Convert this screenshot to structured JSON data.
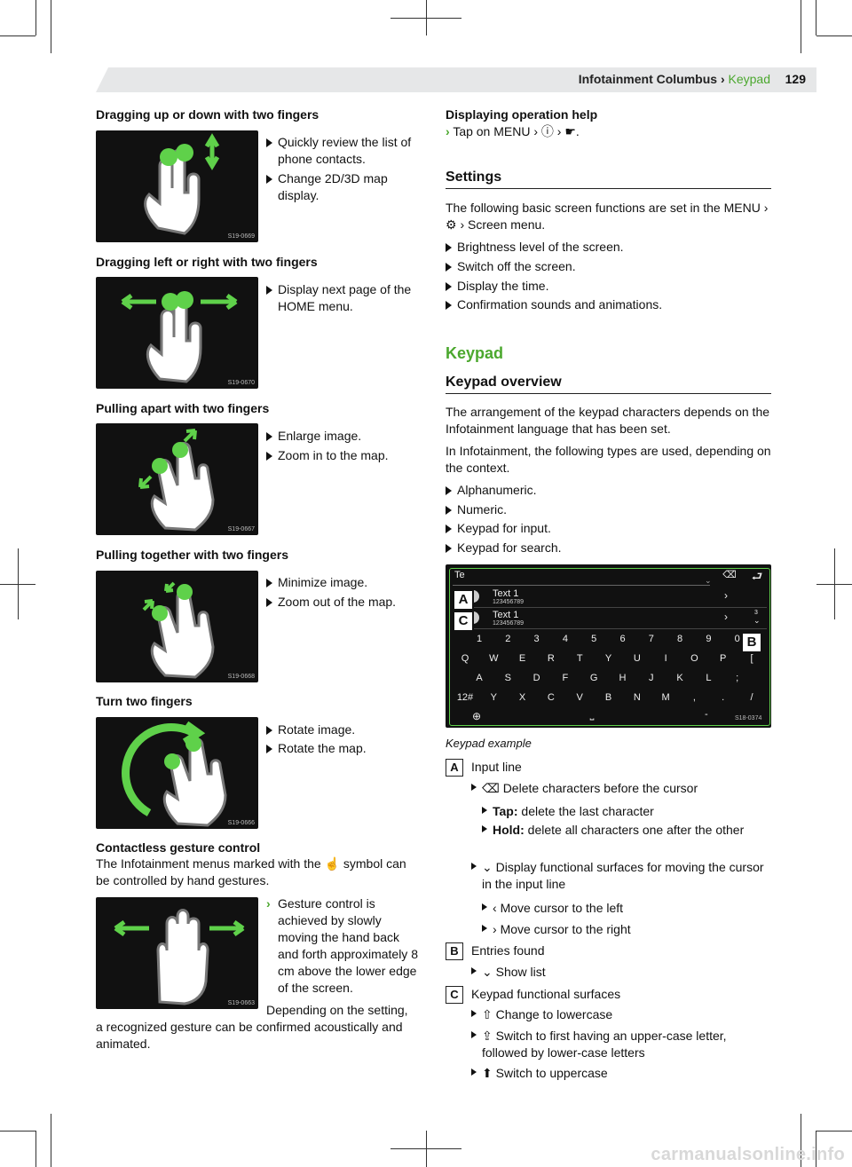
{
  "header": {
    "title": "Infotainment Columbus",
    "separator": " › ",
    "section": "Keypad",
    "page": "129"
  },
  "left": {
    "g1": {
      "heading": "Dragging up or down with two fingers",
      "fig_id": "S19-0669",
      "items": [
        "Quickly review the list of phone contacts.",
        "Change 2D/3D map display."
      ]
    },
    "g2": {
      "heading": "Dragging left or right with two fingers",
      "fig_id": "S19-0670",
      "items": [
        "Display next page of the HOME menu."
      ]
    },
    "g3": {
      "heading": "Pulling apart with two fingers",
      "fig_id": "S19-0667",
      "items": [
        "Enlarge image.",
        "Zoom in to the map."
      ]
    },
    "g4": {
      "heading": "Pulling together with two fingers",
      "fig_id": "S19-0668",
      "items": [
        "Minimize image.",
        "Zoom out of the map."
      ]
    },
    "g5": {
      "heading": "Turn two fingers",
      "fig_id": "S19-0666",
      "items": [
        "Rotate image.",
        "Rotate the map."
      ]
    },
    "contactless": {
      "heading": "Contactless gesture control",
      "intro": "The Infotainment menus marked with the ☝ symbol can be controlled by hand gestures.",
      "fig_id": "S19-0663",
      "step": "Gesture control is achieved by slowly moving the hand back and forth approximately 8 cm above the lower edge of the screen.",
      "note": "Depending on the setting, a recognized gesture can be confirmed acoustically and animated."
    }
  },
  "right": {
    "help": {
      "heading": "Displaying operation help",
      "step": "Tap on MENU › ⓘ › ☛."
    },
    "settings": {
      "title": "Settings",
      "intro": "The following basic screen functions are set in the MENU › ⚙ › Screen menu.",
      "items": [
        "Brightness level of the screen.",
        "Switch off the screen.",
        "Display the time.",
        "Confirmation sounds and animations."
      ]
    },
    "keypad": {
      "title": "Keypad",
      "overview_title": "Keypad overview",
      "p1": "The arrangement of the keypad characters depends on the Infotainment language that has been set.",
      "p2": "In Infotainment, the following types are used, depending on the context.",
      "types": [
        "Alphanumeric.",
        "Numeric.",
        "Keypad for input.",
        "Keypad for search."
      ]
    },
    "keyboard": {
      "input_text": "Te",
      "entries": [
        {
          "title": "Text 1",
          "number": "123456789"
        },
        {
          "title": "Text 1",
          "number": "123456789"
        }
      ],
      "list_count": "3",
      "row_numbers": [
        "1",
        "2",
        "3",
        "4",
        "5",
        "6",
        "7",
        "8",
        "9",
        "0"
      ],
      "row_q": [
        "Q",
        "W",
        "E",
        "R",
        "T",
        "Y",
        "U",
        "I",
        "O",
        "P",
        "["
      ],
      "row_a": [
        "A",
        "S",
        "D",
        "F",
        "G",
        "H",
        "J",
        "K",
        "L",
        ";"
      ],
      "row_y": [
        "12#",
        "Y",
        "X",
        "C",
        "V",
        "B",
        "N",
        "M",
        ",",
        ".",
        "/"
      ],
      "space_symbol": "⎵",
      "dash": "-",
      "fig_id": "S18-0374",
      "callouts": [
        "A",
        "C",
        "B"
      ]
    },
    "caption": "Keypad example",
    "legend": {
      "A": {
        "letter": "A",
        "label": "Input line",
        "delete": "Delete characters before the cursor",
        "tap_label": "Tap:",
        "tap_text": "delete the last character",
        "hold_label": "Hold:",
        "hold_text": "delete all characters one after the other",
        "surfaces": "Display functional surfaces for moving the cursor in the input line",
        "left": "Move cursor to the left",
        "right": "Move cursor to the right"
      },
      "B": {
        "letter": "B",
        "label": "Entries found",
        "show": "Show list"
      },
      "C": {
        "letter": "C",
        "label": "Keypad functional surfaces",
        "lower": "Change to lowercase",
        "first": "Switch to first having an upper-case letter, followed by lower-case letters",
        "upper": "Switch to uppercase"
      }
    }
  },
  "watermark": "carmanualsonline.info"
}
